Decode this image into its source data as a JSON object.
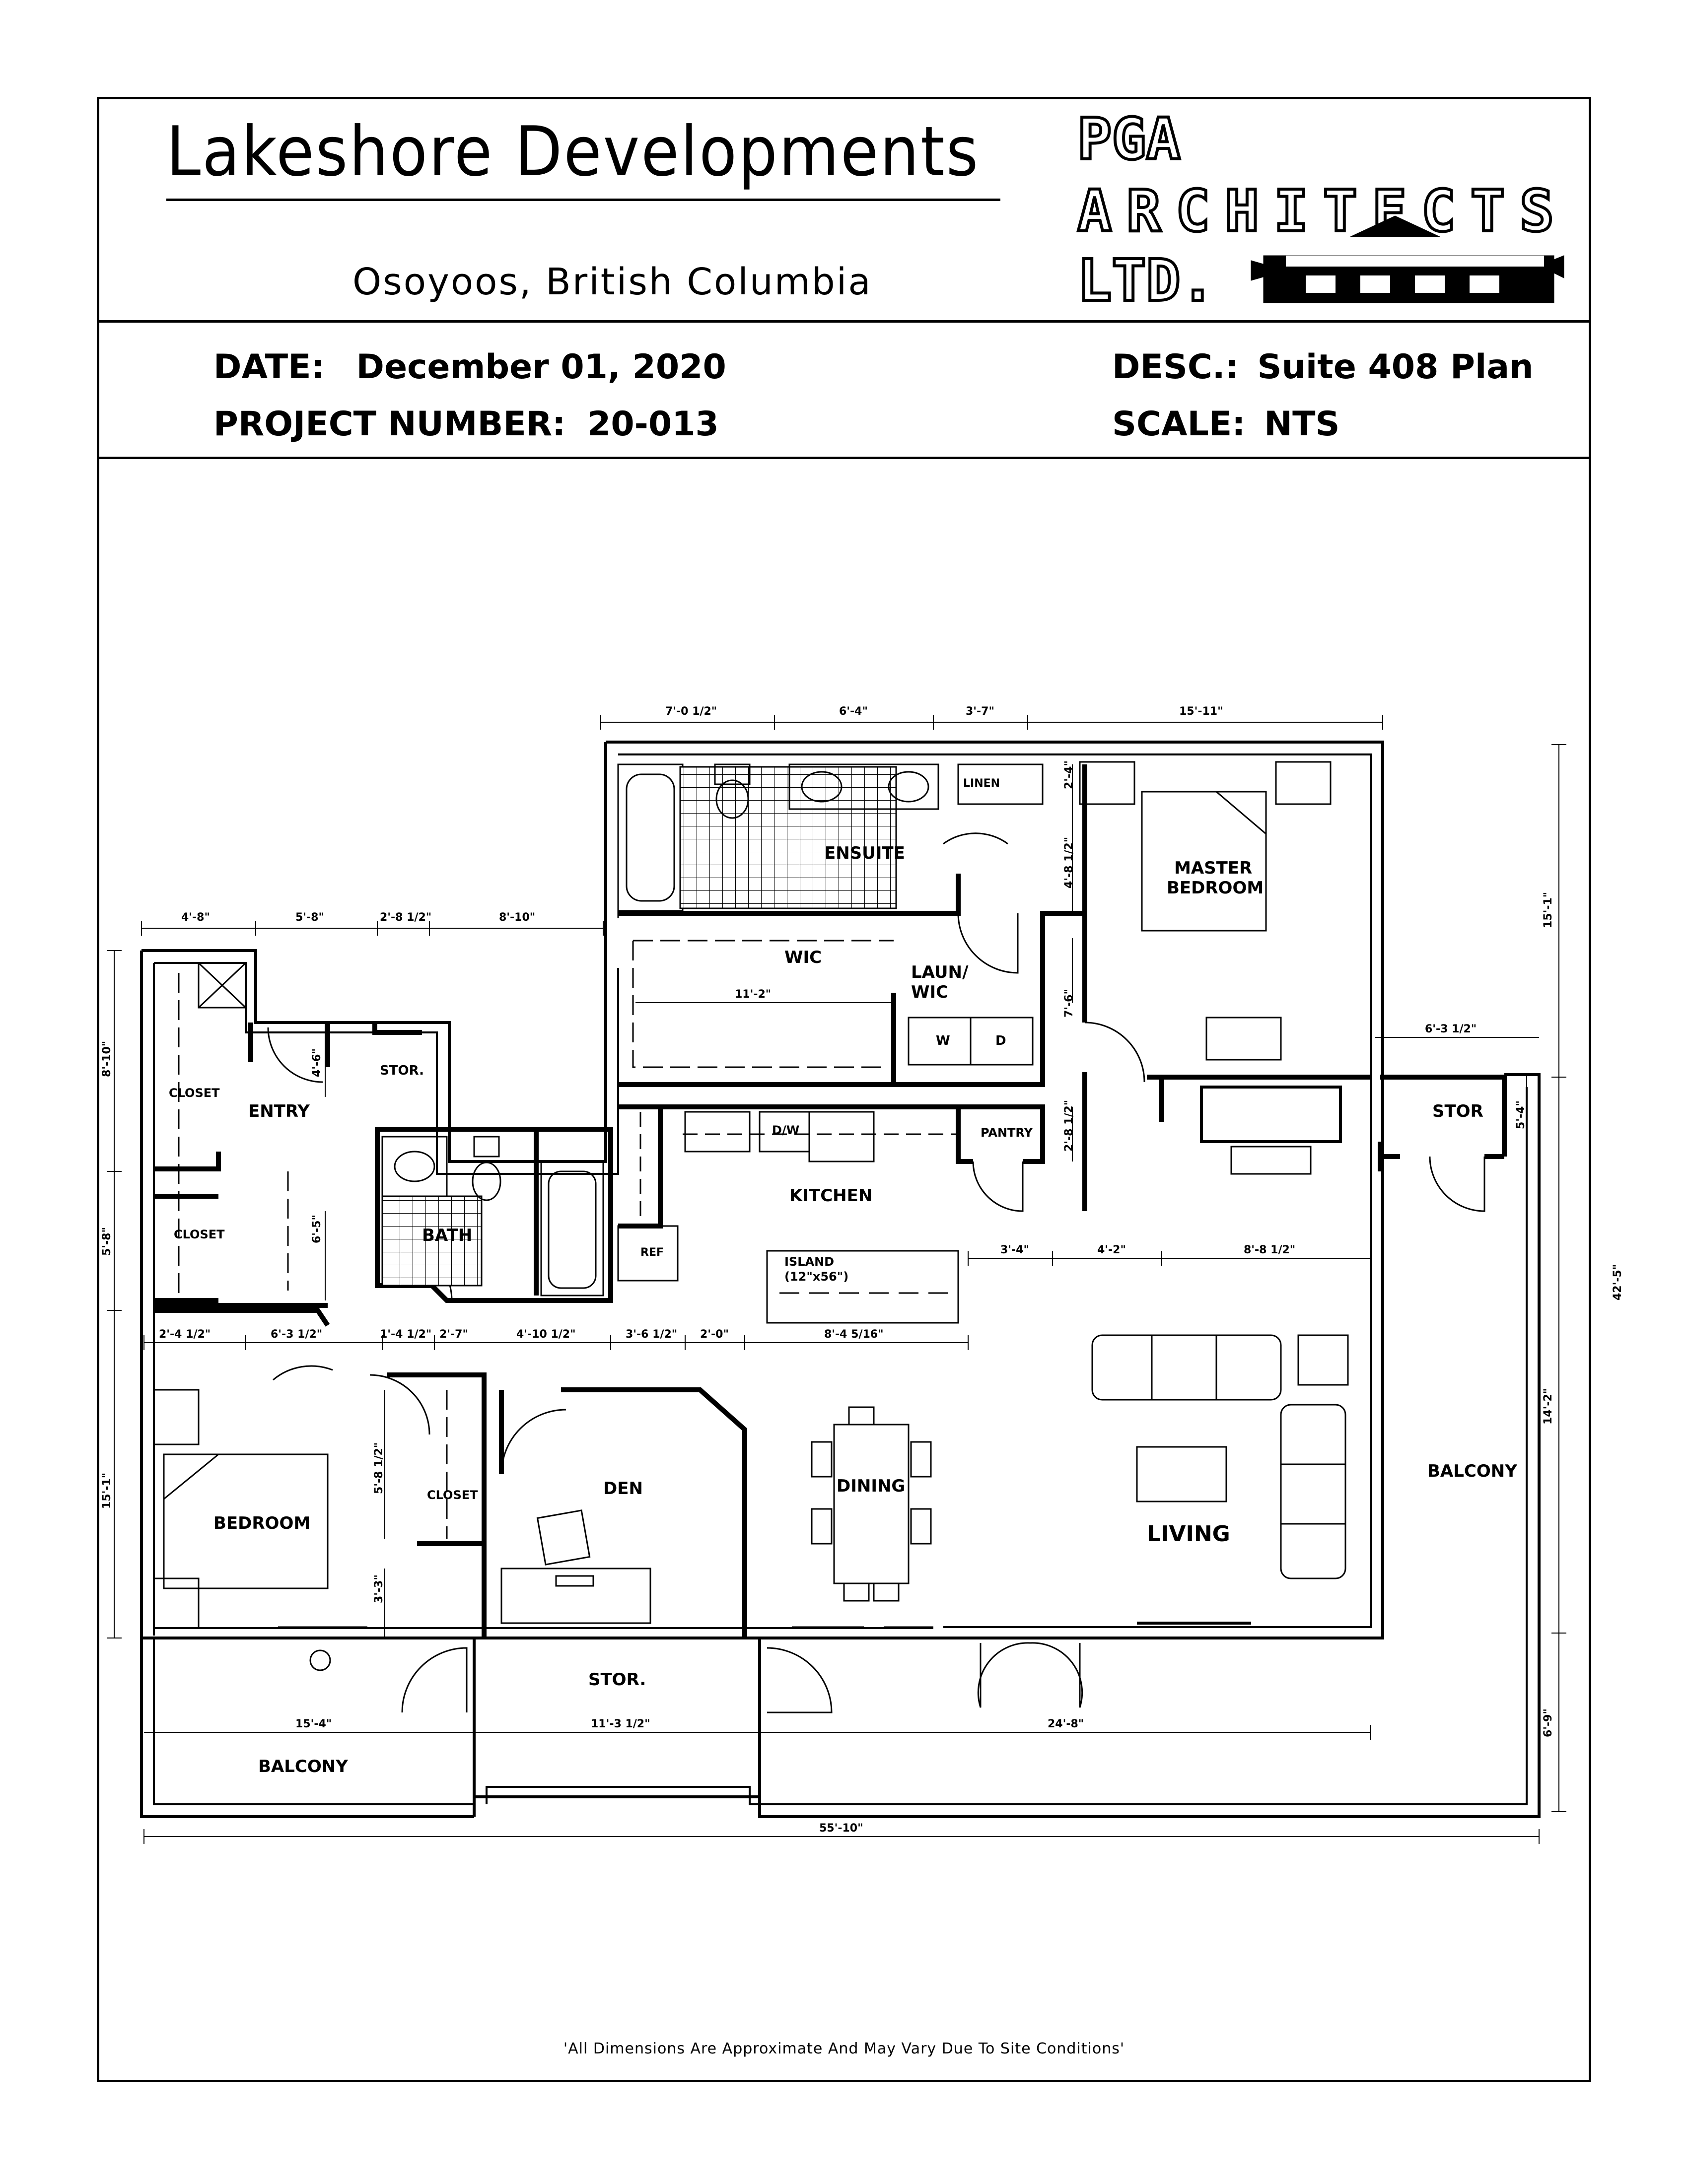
{
  "header": {
    "company": "Lakeshore Developments",
    "location": "Osoyoos, British Columbia",
    "architect_logo_lines": [
      "PGA",
      "ARCHITECTS",
      "LTD."
    ]
  },
  "info": {
    "date_label": "DATE:",
    "date_value": "December 01, 2020",
    "project_label": "PROJECT NUMBER:",
    "project_value": "20-013",
    "desc_label": "DESC.:",
    "desc_value": "Suite 408 Plan",
    "scale_label": "SCALE:",
    "scale_value": "NTS"
  },
  "rooms": {
    "ensuite": "ENSUITE",
    "linen": "LINEN",
    "master_bedroom_1": "MASTER",
    "master_bedroom_2": "BEDROOM",
    "wic": "WIC",
    "laun_wic_1": "LAUN/",
    "laun_wic_2": "WIC",
    "washer": "W",
    "dryer": "D",
    "entry": "ENTRY",
    "closet_1": "CLOSET",
    "closet_2": "CLOSET",
    "closet_3": "CLOSET",
    "stor_1": "STOR.",
    "stor_2": "STOR",
    "stor_3": "STOR.",
    "bath": "BATH",
    "kitchen": "KITCHEN",
    "dw": "D/W",
    "pantry": "PANTRY",
    "ref": "REF",
    "island_1": "ISLAND",
    "island_2": "(12\"x56\")",
    "bedroom": "BEDROOM",
    "den": "DEN",
    "dining": "DINING",
    "living": "LIVING",
    "balcony_1": "BALCONY",
    "balcony_2": "BALCONY"
  },
  "dimensions": {
    "top_1": "7'-0 1/2\"",
    "top_2": "6'-4\"",
    "top_3": "3'-7\"",
    "top_4": "15'-11\"",
    "left_top_1": "4'-8\"",
    "left_top_2": "5'-8\"",
    "left_top_3": "2'-8 1/2\"",
    "left_top_4": "8'-10\"",
    "wic_width": "11'-2\"",
    "linen_h": "2'-4\"",
    "master_h": "4'-8 1/2\"",
    "laun_h": "7'-6\"",
    "pantry_h": "2'-8 1/2\"",
    "right_top": "15'-1\"",
    "stor_w": "6'-3 1/2\"",
    "stor_h": "5'-4\"",
    "right_total": "42'-5\"",
    "right_mid": "14'-2\"",
    "right_bot": "6'-9\"",
    "entry_h1": "8'-10\"",
    "entry_h2": "5'-8\"",
    "entry_dim": "6'-5\"",
    "stor_dim": "4'-6\"",
    "kitchen_1": "3'-4\"",
    "kitchen_2": "4'-2\"",
    "kitchen_3": "8'-8 1/2\"",
    "mid_1": "2'-4 1/2\"",
    "mid_2": "6'-3 1/2\"",
    "mid_3": "1'-4 1/2\"",
    "mid_4": "2'-7\"",
    "mid_5": "4'-10 1/2\"",
    "mid_6": "3'-6 1/2\"",
    "mid_7": "2'-0\"",
    "mid_8": "8'-4 5/16\"",
    "bed_h": "15'-1\"",
    "closet_h": "5'-8 1/2\"",
    "closet_h2": "3'-3\"",
    "bal_1": "15'-4\"",
    "bal_2": "11'-3 1/2\"",
    "bal_3": "24'-8\"",
    "overall": "55'-10\""
  },
  "footer": "'All Dimensions Are Approximate And May Vary Due To Site Conditions'"
}
